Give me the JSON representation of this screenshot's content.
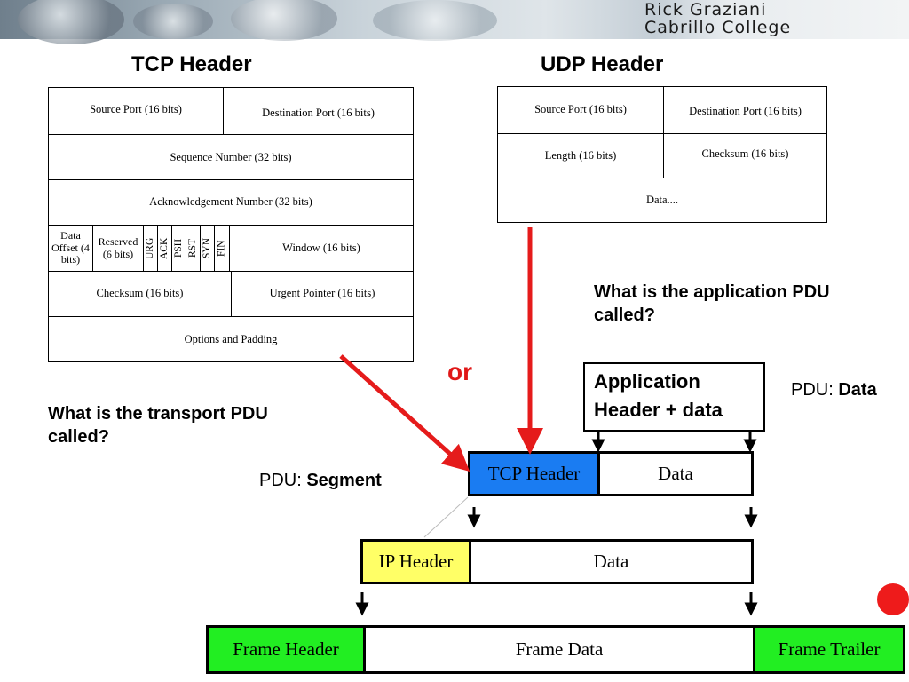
{
  "banner": {
    "author_line1": "Rick Graziani",
    "author_line2": "Cabrillo College"
  },
  "tcp": {
    "title": "TCP Header",
    "source_port": "Source Port (16 bits)",
    "dest_port": "Destination Port (16 bits)",
    "seq": "Sequence Number (32 bits)",
    "ack": "Acknowledgement Number (32 bits)",
    "data_offset": "Data Offset (4 bits)",
    "reserved": "Reserved (6 bits)",
    "flags": [
      "URG",
      "ACK",
      "PSH",
      "RST",
      "SYN",
      "FIN"
    ],
    "window": "Window (16 bits)",
    "checksum": "Checksum (16 bits)",
    "urgent": "Urgent Pointer (16 bits)",
    "options": "Options and Padding"
  },
  "udp": {
    "title": "UDP Header",
    "source_port": "Source Port (16 bits)",
    "dest_port": "Destination Port (16 bits)",
    "length": "Length (16 bits)",
    "checksum": "Checksum (16 bits)",
    "data": "Data...."
  },
  "questions": {
    "application": "What is the application PDU called?",
    "transport": "What is the transport PDU called?"
  },
  "or_label": "or",
  "app_box": {
    "line1": "Application",
    "line2": "Header + data"
  },
  "pdu_data": {
    "prefix": "PDU: ",
    "value": "Data"
  },
  "pdu_segment": {
    "prefix": "PDU: ",
    "value": "Segment"
  },
  "segment_row": {
    "header": "TCP Header",
    "data": "Data"
  },
  "packet_row": {
    "header": "IP Header",
    "data": "Data"
  },
  "frame_row": {
    "header": "Frame Header",
    "data": "Frame Data",
    "trailer": "Frame Trailer"
  },
  "colors": {
    "tcp_header": "#1a7cf2",
    "ip_header": "#ffff66",
    "frame_green": "#22ee22",
    "arrow_red": "#e51b1b"
  }
}
